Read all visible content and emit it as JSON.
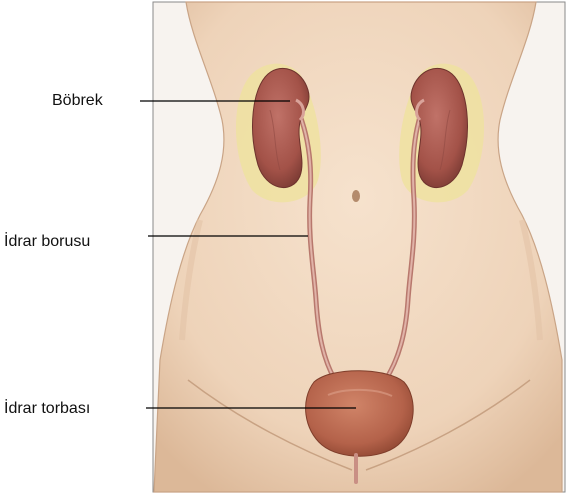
{
  "labels": {
    "kidney": "Böbrek",
    "ureter": "İdrar borusu",
    "bladder": "İdrar torbası"
  },
  "colors": {
    "skin": "#f2d8c0",
    "skin_shadow": "#d7b496",
    "kidney": "#a85a52",
    "kidney_dark": "#7d3a35",
    "fat_capsule": "#efe2a0",
    "ureter": "#c98f84",
    "bladder": "#b8654d",
    "border": "#8a8a8a",
    "leader_line": "#000000"
  }
}
